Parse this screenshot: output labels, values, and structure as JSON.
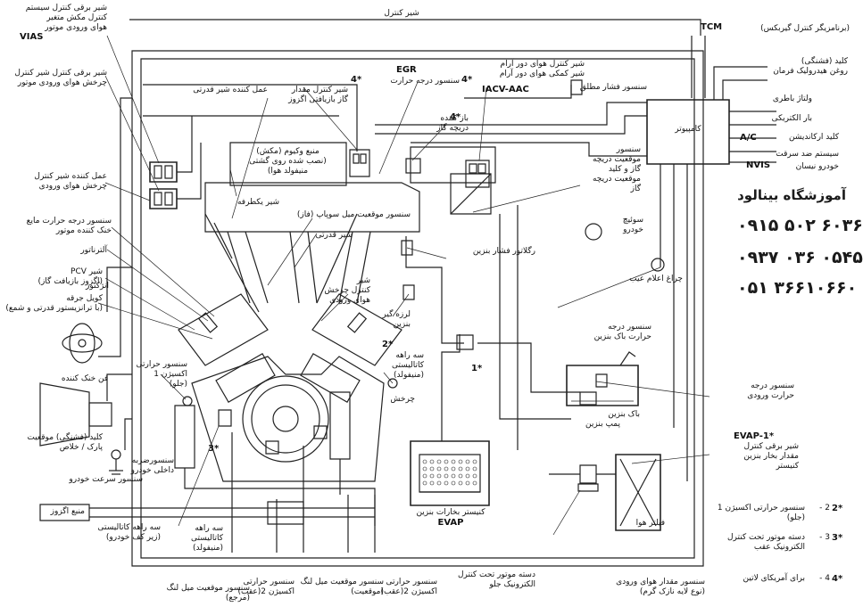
{
  "labels": {
    "control_wire": "شیر کنترل",
    "tcm": "TCM",
    "tcm_sub": "(برنامزیگر کنترل گیربکس)",
    "vias_solenoid": "شیر برقی کنترل سیستم\nکنترل مکش متغیر\nهوای ورودی موتور",
    "vias": "VIAS",
    "intake_runner_solenoid": "شیر برقی کنترل شیر کنترل\nچرخش هوای ورودی موتور",
    "intake_swirl_actuator": "عمل کننده شیر کنترل\nچرخش هوای ورودی",
    "coolant_temp_sensor": "سنسور درجه حرارت مایع\nخنک کننده موتور",
    "alternator": "آلترناتور",
    "pcv_valve": "شیر PCV\n(اگزوز بازیافت گاز)",
    "coil_ignition": "کویل جرقه\n(با ترانزیستور قدرتی و شمع)",
    "cooling_fan": "فن خنک کننده",
    "park_switch": "کلید (فشنگی) موقعیت\nپارک / خلاص",
    "vss": "سنسور سرعت خودرو",
    "knock_sensor": "سنسورضربه\nداخلی خودرو",
    "exhaust": "منبع اگزوز",
    "twc_under": "سه راهه کاتالیستی\n(زیر کف خودرو)",
    "twc_manifold_l": "سه راهه\nکاتالیستی\n(منیفولد)",
    "crank_sensor_ref": "سنسور موقعیت میل لنگ\n(مرجع)",
    "o2_rear": "سنسور حرارتی\nاکسیژن 2(عقب)",
    "crank_sensor_pos": "سنسور موقعیت میل لنگ\n(موقعیت)",
    "o2_rear2": "سنسور حرارتی\nاکسیژن 2(عقب)",
    "engine_mount": "دسته موتور تحت کنترل\nالکترونیک جلو",
    "maf": "سنسور مقدار هوای ورودی\n(نوع لایه نازک گرم)",
    "air_filter": "فیلتر هوا",
    "evap_canister": "کنیستر بخارات بنزین",
    "evap": "EVAP",
    "o2_front": "سنسور حرارتی\nاکسیژن 1\n(جلو)",
    "twc_manifold_r": "سه راهه\nکاتالیستی\n(منیفولد)",
    "crank": "چرخش",
    "fuel_pump": "پمپ بنزین",
    "fuel_tank": "باک بنزین",
    "fuel_tank_temp": "سنسور درجه\nحرارت باک بنزین",
    "intake_temp": "سنسور درجه\nحرارت ورودی",
    "evap_valve": "شیر برقی کنترل\nمقدار بخار بنزین\nکنیستر",
    "evap_1": "EVAP-1*",
    "mil": "چراغ اعلام عیب",
    "ignition_switch": "سوئیچ\nخودرو",
    "fuel_regulator": "رگلاتور فشار بنزین",
    "injector": "انژکتور",
    "intake_swirl_valve": "شیر\nکنترل چرخش\nهوای ورودی",
    "camshaft_sensor": "سنسور موقعیت میل سوپاپ (فاز)",
    "power_valve": "شیر قدرتی",
    "vacuum_tank": "منبع وکیوم (مکش)\n(نصب شده روی گشتی\nمنیفولد هوا)",
    "check_valve": "شیر یکطرفه",
    "power_valve_actuator": "عمل کننده شیر قدرتی",
    "egr_valve": "شیر کنترل مقدار\nگاز بازیافتی اگزوز",
    "egr_valve_star": "4*",
    "egr": "EGR",
    "egr_temp": "سنسور درجه حرارت",
    "egr_temp_star": "4*",
    "iacv": "شیر کنترل هوای دور آرام\nشیر کمکی هوای دور آرام",
    "iacv_aac": "IACV-AAC",
    "throttle_body": "باز کننده\nدریچه گاز",
    "throttle_body_star": "4*",
    "abs_pressure": "سنسور فشار مطلق",
    "tps": "سنسور\nموقعیت دریچه\nگاز و کلید\nموقعیت دریچه\nگاز",
    "computer": "کامپیوتر",
    "ecu_in_fluid": "کلید (فشنگی)\nروغن هیدرولیک فرمان",
    "ecu_in_battery": "ولتاژ باطری",
    "ecu_in_load": "بار الکتریکی",
    "ecu_in_ac": "کلید ارکاندیشن",
    "ac": "A/C",
    "ecu_in_vss": "سیستم ضد سرقت",
    "nvis": "NVIS",
    "nvis_sub": "خودرو نیسان",
    "fuel_pressure_sensor": "لرزه گیر\nبنزین",
    "swirl_label": "2*",
    "star1": "1*",
    "star2": "2*",
    "star3": "3*",
    "legend_1": "سنسور حرارتی اکسیژن 1\n(جلو)",
    "legend_1_mark": "2 -",
    "legend_2": "دسته موتور تحت کنترل\nالکترونیک عقب",
    "legend_2_mark": "3 -",
    "legend_3": "برای آمریکای لاتین",
    "legend_3_mark": "4 -"
  },
  "school": {
    "name": "آموزشگاه بینالود",
    "phone_1": "۰۹۱۵ ۵۰۲ ۶۰۳۶",
    "phone_2": "۰۹۳۷ ۰۳۶ ۰۵۴۵",
    "phone_3": "۰۵۱ ۳۶۶۱۰۶۶۰"
  }
}
